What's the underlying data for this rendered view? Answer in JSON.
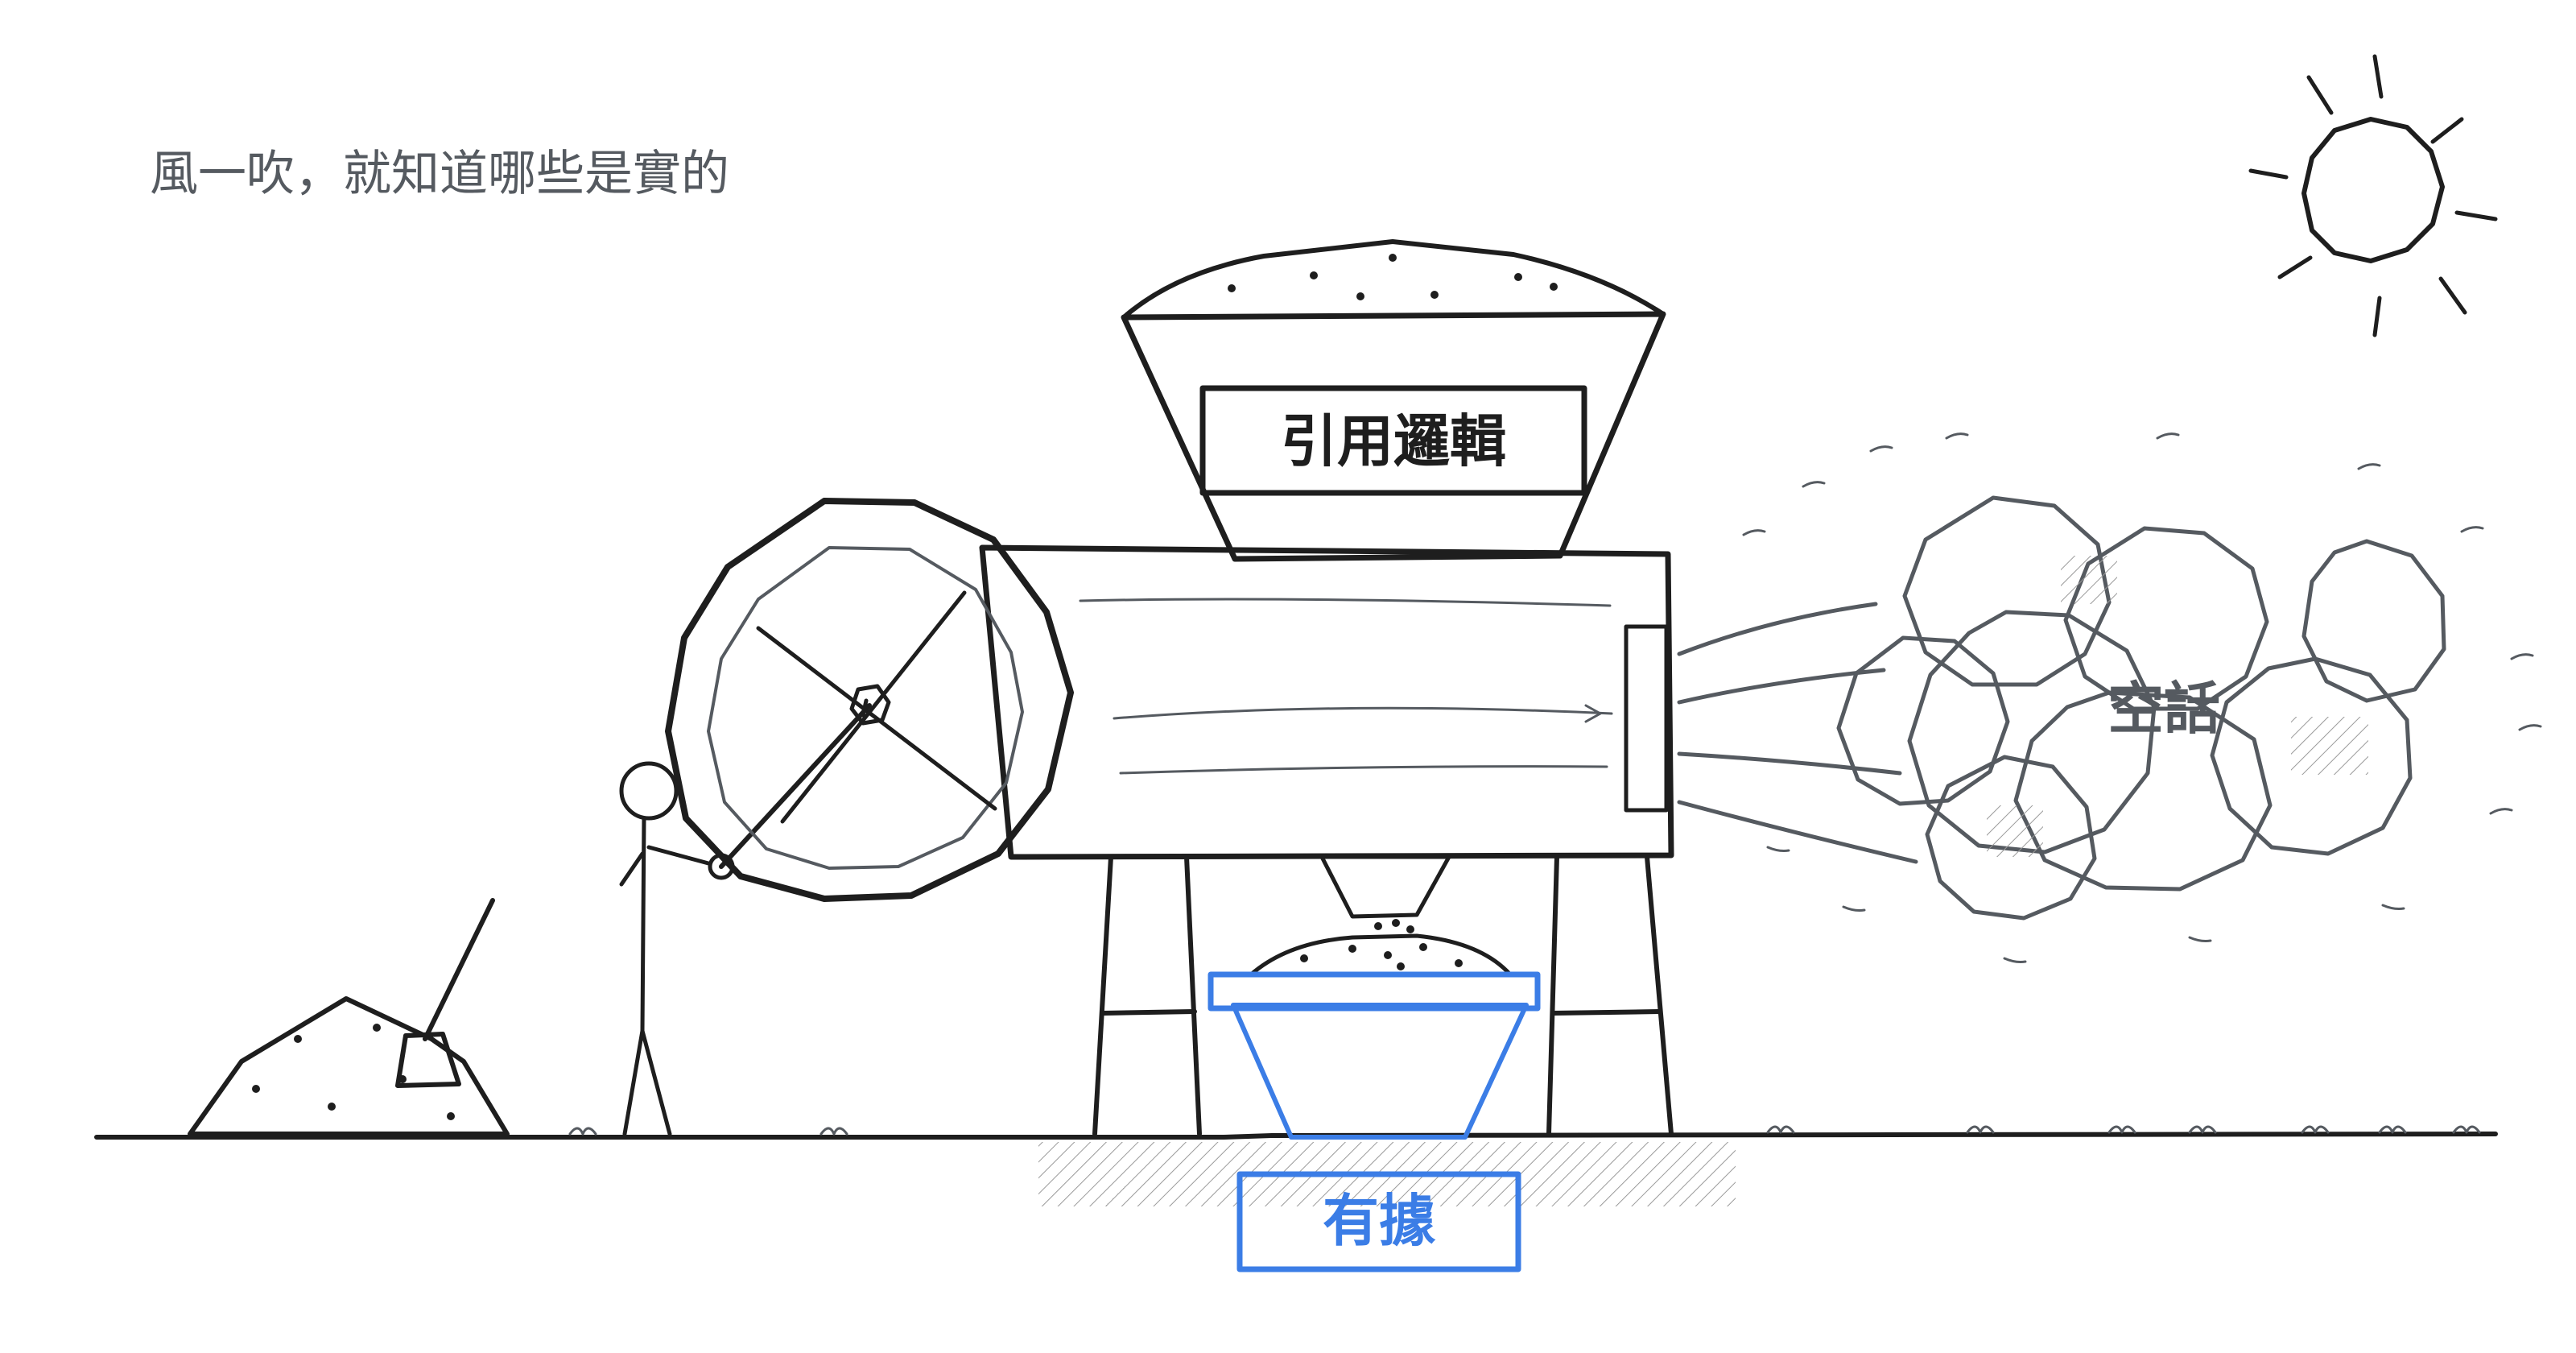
{
  "caption": "風一吹，就知道哪些是實的",
  "labels": {
    "hopper": "引用邏輯",
    "cloud": "空話",
    "basket": "有據"
  },
  "colors": {
    "ink": "#1e1e1e",
    "grey": "#555a60",
    "accent": "#3b7de6",
    "background": "#ffffff"
  }
}
